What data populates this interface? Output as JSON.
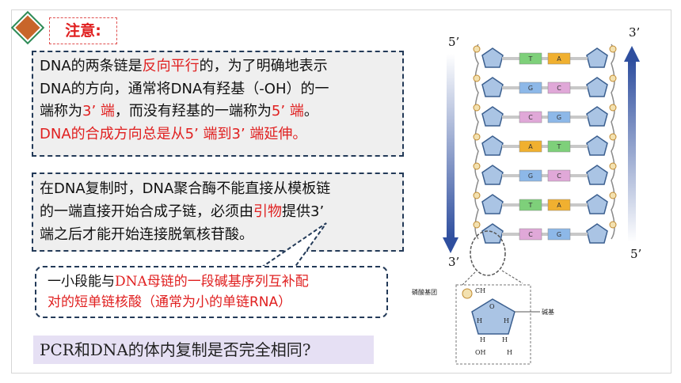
{
  "note": {
    "title": "注意:"
  },
  "box1": {
    "line1_a": "DNA的两条链是",
    "line1_b": "反向平行",
    "line1_c": "的，为了明确地表示",
    "line2": "DNA的方向，通常将DNA有羟基（-OH）的一",
    "line3_a": "端称为",
    "line3_b": "3’ 端",
    "line3_c": "，而没有羟基的一端称为",
    "line3_d": "5’ 端",
    "line3_e": "。",
    "line4": "DNA的合成方向总是从5’ 端到3’ 端延伸。"
  },
  "box2": {
    "line1": "在DNA复制时，DNA聚合酶不能直接从模板链",
    "line2_a": "的一端直接开始合成子链，必须由",
    "line2_b": "引物",
    "line2_c": "提供3’",
    "line3": "端之后才能开始连接脱氧核苷酸。"
  },
  "box3": {
    "line1_a": "一小段能与",
    "line1_b": "DNA母链的一段碱基序列互补配",
    "line2": "对的短单链核酸（通常为小的单链RNA）"
  },
  "question": "PCR和DNA的体内复制是否完全相同?",
  "diagram": {
    "left_top_label": "5’",
    "left_bottom_label": "3’",
    "right_top_label": "3’",
    "right_bottom_label": "5’",
    "base_pairs": [
      [
        "T",
        "A"
      ],
      [
        "G",
        "C"
      ],
      [
        "C",
        "G"
      ],
      [
        "A",
        "T"
      ],
      [
        "G",
        "C"
      ],
      [
        "T",
        "A"
      ],
      [
        "C",
        "G"
      ]
    ],
    "phosphate_label": "磷酸基团",
    "base_label": "碱基",
    "atoms": [
      "CH",
      "O",
      "H",
      "H",
      "H",
      "H",
      "OH",
      "H"
    ],
    "colors": {
      "A": "#f0b030",
      "T": "#7ed07a",
      "G": "#8db8e8",
      "C": "#e0a8d8",
      "sugar": "#aac4e4",
      "arrow": "#2f4f9f"
    }
  }
}
